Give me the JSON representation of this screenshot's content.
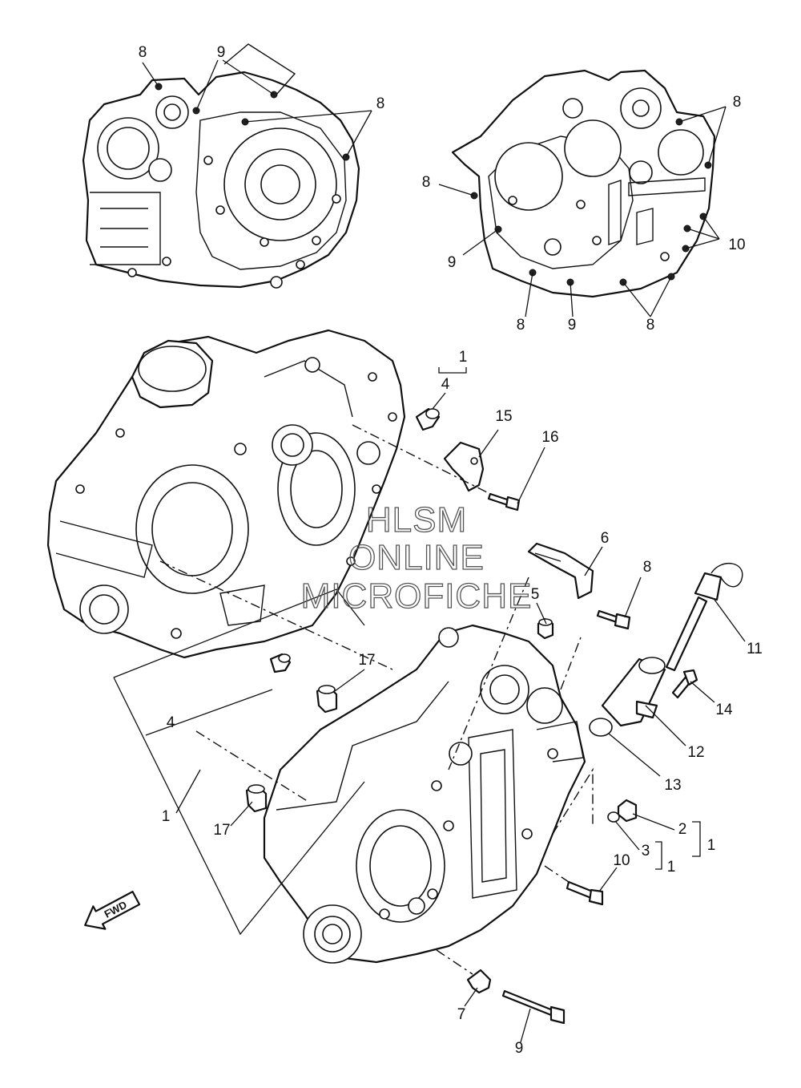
{
  "callouts": {
    "c_tl_8a": "8",
    "c_tl_9": "9",
    "c_tl_8b": "8",
    "c_tr_8a": "8",
    "c_tr_8b": "8",
    "c_tr_9a": "9",
    "c_tr_10": "10",
    "c_tr_8c": "8",
    "c_tr_9b": "9",
    "c_tr_8d": "8",
    "c_1_top": "1",
    "c_4_top": "4",
    "c_15": "15",
    "c_16": "16",
    "c_6": "6",
    "c_8_mid": "8",
    "c_5": "5",
    "c_11": "11",
    "c_14": "14",
    "c_12": "12",
    "c_13": "13",
    "c_17_a": "17",
    "c_4_left": "4",
    "c_1_left": "1",
    "c_17_b": "17",
    "c_2": "2",
    "c_1_r1": "1",
    "c_3": "3",
    "c_1_r2": "1",
    "c_10": "10",
    "c_7": "7",
    "c_9_bot": "9"
  },
  "direction_arrow": {
    "label": "FWD"
  },
  "watermark": {
    "line1": "HLSM",
    "line2": "ONLINE",
    "line3": "MICROFICHE"
  }
}
